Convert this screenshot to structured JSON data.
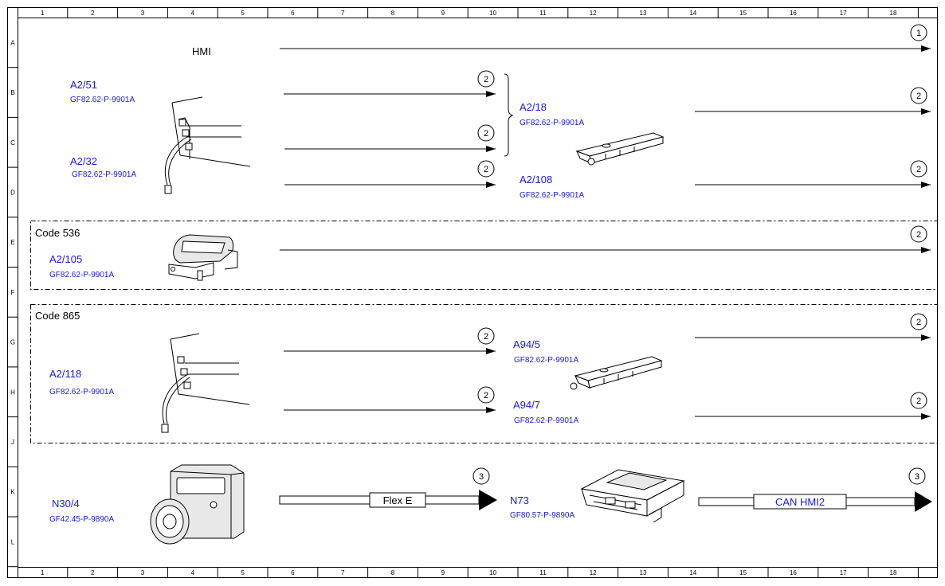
{
  "grid": {
    "columns": [
      "1",
      "2",
      "3",
      "4",
      "5",
      "6",
      "7",
      "8",
      "9",
      "10",
      "11",
      "12",
      "13",
      "14",
      "15",
      "16",
      "17",
      "18"
    ],
    "rows": [
      "A",
      "B",
      "C",
      "D",
      "E",
      "F",
      "G",
      "H",
      "J",
      "K",
      "L"
    ]
  },
  "title_hmi": "HMI",
  "bubbles": {
    "hmi": "1",
    "a2_51": "2",
    "a2_32": "2",
    "a2_32_lower": "2",
    "a2_18_out": "2",
    "a2_108_out": "2",
    "code536_out": "2",
    "a2_118_upper": "2",
    "a2_118_lower": "2",
    "a94_5_out": "2",
    "a94_7_out": "2",
    "flex_e": "3",
    "can_hmi2": "3"
  },
  "components": {
    "a2_51": {
      "id": "A2/51",
      "ref": "GF82.62-P-9901A"
    },
    "a2_32": {
      "id": "A2/32",
      "ref": "GF82.62-P-9901A"
    },
    "a2_18": {
      "id": "A2/18",
      "ref": "GF82.62-P-9901A"
    },
    "a2_108": {
      "id": "A2/108",
      "ref": "GF82.62-P-9901A"
    },
    "a2_105": {
      "id": "A2/105",
      "ref": "GF82.62-P-9901A"
    },
    "a2_118": {
      "id": "A2/118",
      "ref": "GF82.62-P-9901A"
    },
    "a94_5": {
      "id": "A94/5",
      "ref": "GF82.62-P-9901A"
    },
    "a94_7": {
      "id": "A94/7",
      "ref": "GF82.62-P-9901A"
    },
    "n30_4": {
      "id": "N30/4",
      "ref": "GF42.45-P-9890A"
    },
    "n73": {
      "id": "N73",
      "ref": "GF80.57-P-9890A"
    }
  },
  "groups": {
    "code536": "Code 536",
    "code865": "Code 865"
  },
  "buses": {
    "flex_e": "Flex E",
    "can_hmi2": "CAN HMI2"
  }
}
